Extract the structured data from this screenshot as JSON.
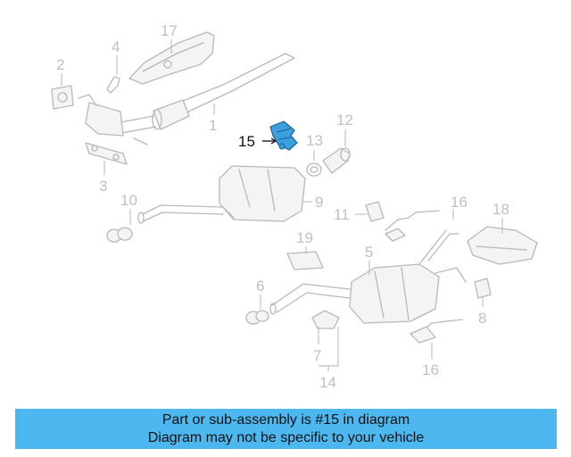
{
  "colors": {
    "highlight": "#3aa0e0",
    "banner": "#4db8f0",
    "inactive_part": "#b8b8b8"
  },
  "callouts": {
    "c1": "1",
    "c2": "2",
    "c3": "3",
    "c4": "4",
    "c5": "5",
    "c6": "6",
    "c7": "7",
    "c8": "8",
    "c9": "9",
    "c10": "10",
    "c11": "11",
    "c12": "12",
    "c13": "13",
    "c14": "14",
    "c15": "15",
    "c16a": "16",
    "c16b": "16",
    "c17": "17",
    "c18": "18",
    "c19": "19"
  },
  "highlighted_part": "15",
  "banner": {
    "line1": "Part or sub-assembly is #15 in diagram",
    "line2": "Diagram may not be specific to your vehicle"
  }
}
